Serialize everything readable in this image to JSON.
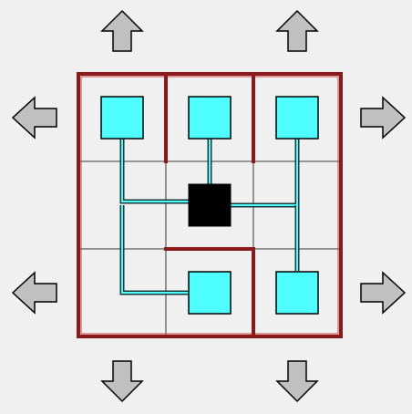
{
  "title": "",
  "colors": {
    "background": "#f0f0f0",
    "grid_line": "#808080",
    "wall": "#8b1a1a",
    "wall_highlight": "#c04040",
    "pipe": "#4dffff",
    "pipe_outline": "#1a3a3a",
    "endpoint_fill": "#4dffff",
    "endpoint_border": "#000000",
    "source_fill": "#000000",
    "arrow_fill": "#c0c0c0",
    "arrow_border": "#000000"
  },
  "board": {
    "rows": 3,
    "cols": 3,
    "source": {
      "row": 1,
      "col": 1,
      "icon": "black-square-source"
    },
    "endpoints": [
      {
        "row": 0,
        "col": 0,
        "icon": "cyan-square-endpoint"
      },
      {
        "row": 0,
        "col": 1,
        "icon": "cyan-square-endpoint"
      },
      {
        "row": 0,
        "col": 2,
        "icon": "cyan-square-endpoint"
      },
      {
        "row": 2,
        "col": 1,
        "icon": "cyan-square-endpoint"
      },
      {
        "row": 2,
        "col": 2,
        "icon": "cyan-square-endpoint"
      }
    ],
    "walls": [
      {
        "between": [
          [
            0,
            0
          ],
          [
            0,
            1
          ]
        ],
        "icon": "wall"
      },
      {
        "between": [
          [
            0,
            1
          ],
          [
            0,
            2
          ]
        ],
        "icon": "wall"
      },
      {
        "between": [
          [
            1,
            1
          ],
          [
            2,
            1
          ]
        ],
        "icon": "wall"
      },
      {
        "between": [
          [
            2,
            1
          ],
          [
            2,
            2
          ]
        ],
        "icon": "wall"
      }
    ]
  },
  "controls": {
    "up": [
      {
        "col": 0,
        "icon": "arrow-up-icon"
      },
      {
        "col": 2,
        "icon": "arrow-up-icon"
      }
    ],
    "down": [
      {
        "col": 0,
        "icon": "arrow-down-icon"
      },
      {
        "col": 2,
        "icon": "arrow-down-icon"
      }
    ],
    "left": [
      {
        "row": 0,
        "icon": "arrow-left-icon"
      },
      {
        "row": 2,
        "icon": "arrow-left-icon"
      }
    ],
    "right": [
      {
        "row": 0,
        "icon": "arrow-right-icon"
      },
      {
        "row": 2,
        "icon": "arrow-right-icon"
      }
    ]
  }
}
